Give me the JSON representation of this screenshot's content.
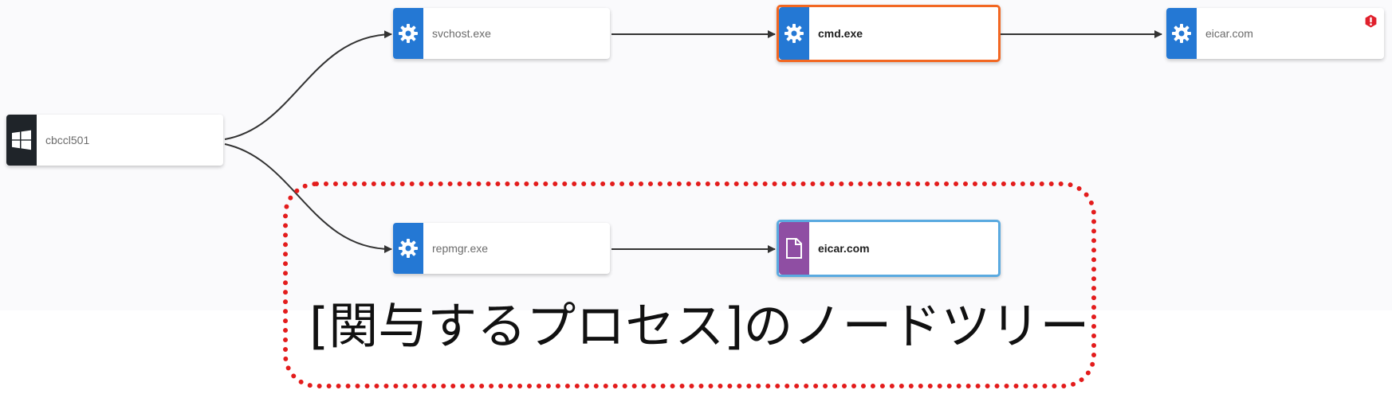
{
  "graph": {
    "nodes": {
      "root": {
        "label": "cbccl501",
        "icon": "windows-logo-icon"
      },
      "svchost": {
        "label": "svchost.exe",
        "icon": "gear-icon"
      },
      "cmd": {
        "label": "cmd.exe",
        "icon": "gear-icon"
      },
      "eicar_proc": {
        "label": "eicar.com",
        "icon": "gear-icon",
        "badge": "alert-icon"
      },
      "repmgr": {
        "label": "repmgr.exe",
        "icon": "gear-icon"
      },
      "eicar_file": {
        "label": "eicar.com",
        "icon": "file-icon"
      }
    },
    "colors": {
      "process": "#2478d4",
      "host": "#1f2429",
      "file": "#8f4ea3",
      "selected_orange": "#f26722",
      "selected_blue": "#5aaae0",
      "alert": "#e0202c"
    }
  },
  "caption": {
    "text": "[関与するプロセス]のノードツリー",
    "border_color": "#e31c1c"
  }
}
